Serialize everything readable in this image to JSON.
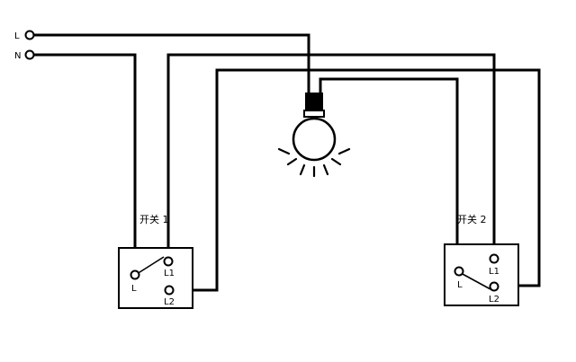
{
  "terminals": {
    "line": "L",
    "neutral": "N"
  },
  "switch1": {
    "title": "开关 1",
    "common": "L",
    "out1": "L1",
    "out2": "L2"
  },
  "switch2": {
    "title": "开关 2",
    "common": "L",
    "out1": "L1",
    "out2": "L2"
  },
  "colors": {
    "stroke": "#000000",
    "background": "#ffffff"
  },
  "icons": {
    "lamp": "light-bulb-icon"
  }
}
